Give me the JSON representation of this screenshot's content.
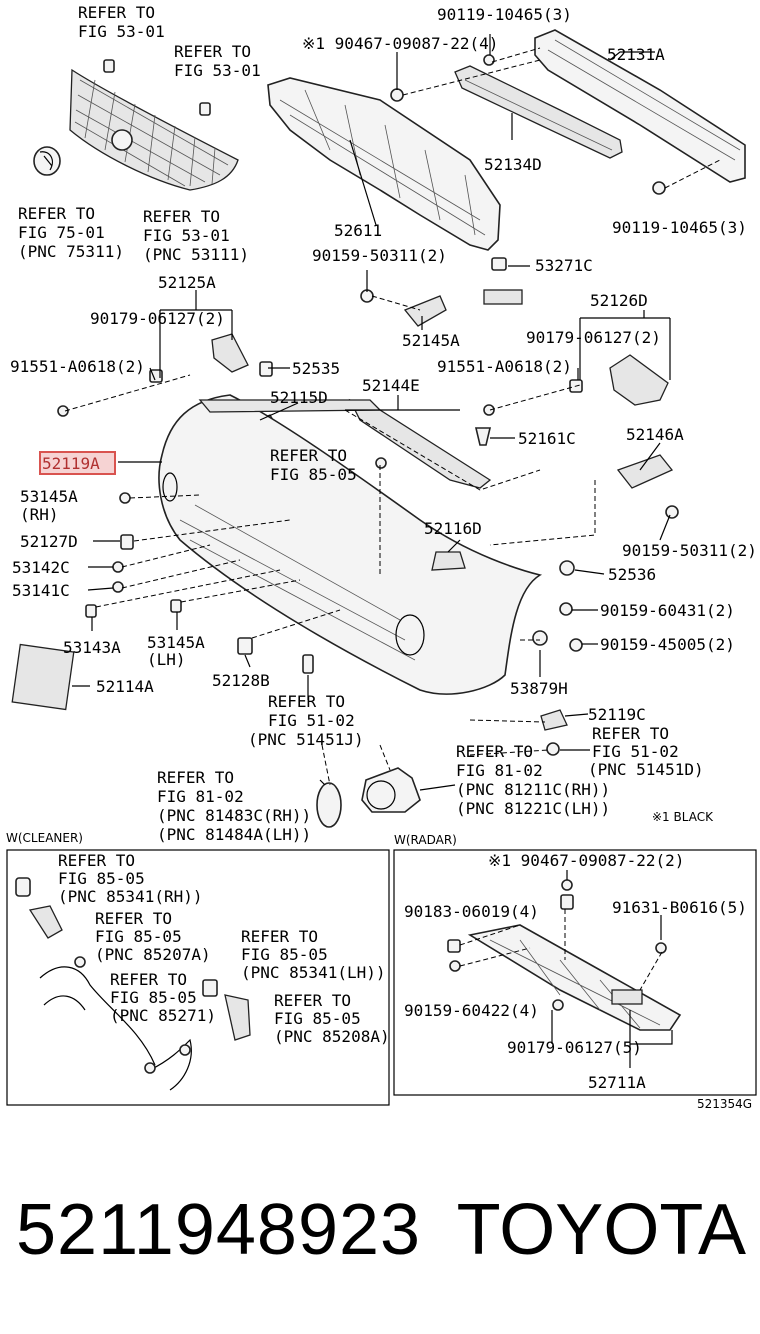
{
  "colors": {
    "highlight": "#d9534f",
    "highlight_fill": "#f6d3d3",
    "ink": "#000000"
  },
  "diagram": {
    "labels": {
      "refer_53_01_a": [
        "REFER TO",
        "FIG 53-01"
      ],
      "refer_53_01_b": [
        "REFER TO",
        "FIG 53-01"
      ],
      "refer_75_01": [
        "REFER TO",
        "FIG 75-01",
        "(PNC 75311)"
      ],
      "refer_53_01_c": [
        "REFER TO",
        "FIG 53-01",
        "(PNC 53111)"
      ],
      "p_90119_top": "90119-10465(3)",
      "p_90467_top": "※1 90467-09087-22(4)",
      "p_52131a": "52131A",
      "p_52134d": "52134D",
      "p_52611": "52611",
      "p_90119_right": "90119-10465(3)",
      "p_90159_503": "90159-50311(2)",
      "p_53271c": "53271C",
      "p_52125a": "52125A",
      "p_90179_left": "90179-06127(2)",
      "p_52145a": "52145A",
      "p_52126d": "52126D",
      "p_90179_right": "90179-06127(2)",
      "p_91551_left": "91551-A0618(2)",
      "p_52535": "52535",
      "p_91551_right": "91551-A0618(2)",
      "p_52115d": "52115D",
      "p_52144e": "52144E",
      "p_52161c": "52161C",
      "p_52146a": "52146A",
      "p_52119a": "52119A",
      "refer_85_05_mid": [
        "REFER TO",
        "FIG 85-05"
      ],
      "p_53145a_rh": "53145A",
      "p_rh": "(RH)",
      "p_52116d": "52116D",
      "p_90159_503b": "90159-50311(2)",
      "p_52127d": "52127D",
      "p_53142c": "53142C",
      "p_52536": "52536",
      "p_53141c": "53141C",
      "p_90159_604": "90159-60431(2)",
      "p_53143a": "53143A",
      "p_53145a_lh": "53145A",
      "p_lh": "(LH)",
      "p_90159_450": "90159-45005(2)",
      "p_52114a": "52114A",
      "p_52128b": "52128B",
      "p_53879h": "53879H",
      "refer_51_02_a": [
        "REFER TO",
        "FIG 51-02",
        "(PNC 51451J)"
      ],
      "p_52119c": "52119C",
      "refer_51_02_b": [
        "REFER TO",
        "FIG 51-02",
        "(PNC 51451D)"
      ],
      "refer_81_02_a": [
        "REFER TO",
        "FIG 81-02",
        "(PNC 81483C(RH))",
        "(PNC 81484A(LH))"
      ],
      "refer_81_02_b": [
        "REFER TO",
        "FIG 81-02",
        "(PNC 81211C(RH))",
        "(PNC 81221C(LH))"
      ],
      "note_black": "※1 BLACK",
      "box_cleaner": "W(CLEANER)",
      "box_radar": "W(RADAR)",
      "cl_ref1": [
        "REFER TO",
        "FIG 85-05",
        "(PNC 85341(RH))"
      ],
      "cl_ref2": [
        "REFER TO",
        "FIG 85-05",
        "(PNC 85207A)"
      ],
      "cl_ref3": [
        "REFER TO",
        "FIG 85-05",
        "(PNC 85341(LH))"
      ],
      "cl_ref4": [
        "REFER TO",
        "FIG 85-05",
        "(PNC 85271)"
      ],
      "cl_ref5": [
        "REFER TO",
        "FIG 85-05",
        "(PNC 85208A)"
      ],
      "rd_90467": "※1 90467-09087-22(2)",
      "rd_90183": "90183-06019(4)",
      "rd_91631": "91631-B0616(5)",
      "rd_90159": "90159-60422(4)",
      "rd_90179": "90179-06127(5)",
      "rd_52711a": "52711A",
      "fig_code": "521354G"
    }
  },
  "footer": {
    "part_number": "5211948923",
    "brand": "TOYOTA"
  }
}
